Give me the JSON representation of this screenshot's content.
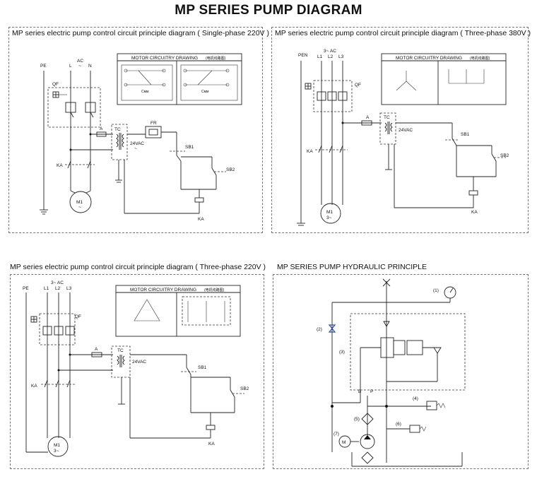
{
  "title": "MP SERIES PUMP DIAGRAM",
  "panels": {
    "single_phase": {
      "title": "MP series electric pump control circuit principle diagram ( Single-phase 220V )",
      "labels": {
        "pe": "PE",
        "l": "L",
        "ac": "AC",
        "n": "N",
        "qf": "QF",
        "a": "A",
        "tc": "TC",
        "fr": "FR",
        "v24": "24VAC",
        "sb1": "SB1",
        "sb2": "SB2",
        "ka": "KA",
        "ka2": "KA",
        "motor": "M1",
        "inset_title": "MOTOR CIRCUITRY DRAWING"
      }
    },
    "three_phase_380": {
      "title": "MP series electric pump control circuit principle diagram ( Three-phase 380V )",
      "labels": {
        "pen": "PEN",
        "ac": "3~ AC",
        "l1": "L1",
        "l2": "L2",
        "l3": "L3",
        "qf": "QF",
        "a": "A",
        "tc": "TC",
        "v24": "24VAC",
        "sb1": "SB1",
        "sb2": "SB2",
        "ka": "KA",
        "ka2": "KA",
        "motor": "M1",
        "motor_sub": "3~",
        "inset_title": "MOTOR CIRCUITRY DRAWING"
      }
    },
    "three_phase_220": {
      "title": "MP series electric pump control circuit principle diagram ( Three-phase 220V )",
      "labels": {
        "pe": "PE",
        "ac": "3~ AC",
        "l1": "L1",
        "l2": "L2",
        "l3": "L3",
        "qf": "QF",
        "a": "A",
        "tc": "TC",
        "v24": "24VAC",
        "sb1": "SB1",
        "sb2": "SB2",
        "ka": "KA",
        "ka2": "KA",
        "motor": "M1",
        "motor_sub": "3~",
        "inset_title": "MOTOR CIRCUITRY DRAWING"
      }
    },
    "hydraulic": {
      "title": "MP SERIES PUMP HYDRAULIC PRINCIPLE",
      "labels": {
        "n1": "(1)",
        "n2": "(2)",
        "n3": "(3)",
        "n4": "(4)",
        "n5": "(5)",
        "n6": "(6)",
        "n7": "(7)",
        "b": "B",
        "p": "P",
        "m": "M"
      }
    }
  },
  "colors": {
    "line": "#222222",
    "frame": "#777777",
    "valve_accent": "#2a4f9c"
  }
}
